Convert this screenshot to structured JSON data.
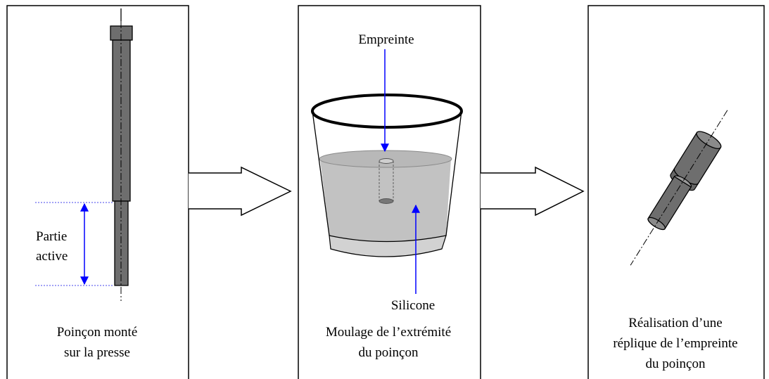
{
  "panels": {
    "left": {
      "caption_line1": "Poinçon monté",
      "caption_line2": "sur la presse",
      "active_label_line1": "Partie",
      "active_label_line2": "active"
    },
    "middle": {
      "top_label": "Empreinte",
      "bottom_label": "Silicone",
      "caption_line1": "Moulage de l’extrémité",
      "caption_line2": "du poinçon"
    },
    "right": {
      "caption_line1": "Réalisation d’une",
      "caption_line2": "réplique de l’empreinte",
      "caption_line3": "du poinçon"
    }
  },
  "colors": {
    "punch": "#6e6e6e",
    "silicone": "#c2c2c2",
    "annotation_arrow": "#0000ff",
    "dotted_guide": "#6a6af0"
  }
}
